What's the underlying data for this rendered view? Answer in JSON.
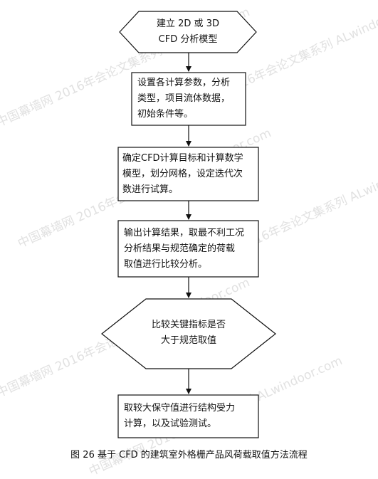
{
  "nodes": {
    "start": [
      "建立 2D 或 3D",
      "CFD 分析模型"
    ],
    "params": [
      "设置各计算参数，分析",
      "类型，项目流体数据，",
      "初始条件等。"
    ],
    "targets": [
      "确定CFD计算目标和计算数学",
      "模型，划分网格，设定迭代次",
      "数进行试算。"
    ],
    "output": [
      "输出计算结果，取最不利工况",
      "分析结果与规范确定的荷载",
      "取值进行比较分析。"
    ],
    "decision": [
      "比较关键指标是否",
      "大于规范取值"
    ],
    "final": [
      "取较大保守值进行结构受力",
      "计算，以及试验测试。"
    ]
  },
  "caption": "图 26 基于 CFD 的建筑室外格栅产品风荷载取值方法流程",
  "watermarks": [
    "中国幕墙网 2016年会论文集系列 ALwindoor.com",
    "中国幕墙网 2016年会论文集系列 ALwindoor.com",
    "中国幕墙网 2016年会论文集系列 ALwindoor.com",
    "中国幕墙网 2016年会论文集系列 ALwindoor.com",
    "中国幕墙网 2016年会论文集系列 ALwindoor.com",
    "中国幕墙网 2016年会论文集系列 ALwindoor.com"
  ]
}
